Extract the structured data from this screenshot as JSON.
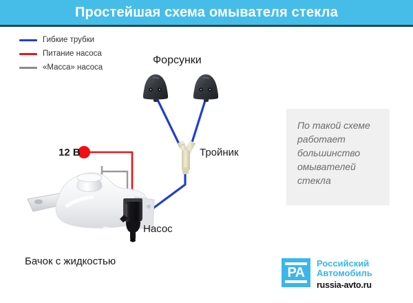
{
  "header": {
    "title": "Простейшая схема омывателя стекла"
  },
  "legend": {
    "items": [
      {
        "label": "Гибкие трубки",
        "color": "#1f3fd0",
        "name": "legend-hoses"
      },
      {
        "label": "Питание насоса",
        "color": "#e8161b",
        "name": "legend-power"
      },
      {
        "label": "«Масса» насоса",
        "color": "#8a8a8a",
        "name": "legend-ground"
      }
    ]
  },
  "diagram": {
    "labels": {
      "nozzles": "Форсунки",
      "tee": "Тройник",
      "pump": "Насос",
      "tank": "Бачок с жидкостью",
      "voltage": "12 В"
    },
    "colors": {
      "hose": "#1f3fd0",
      "power": "#e8161b",
      "ground": "#9a9a9a",
      "nozzle_body": "#3b4045",
      "tee_body": "#e4e0c4",
      "tank_body": "#f2f3f5",
      "pump_body": "#1d1d1f",
      "accent": "#46bde9"
    }
  },
  "note": {
    "text": "По такой схеме работает большинство омывателей стекла"
  },
  "logo": {
    "mark": "РА",
    "line1": "Российский",
    "line2": "Автомобиль",
    "url": "russia-avto.ru"
  }
}
